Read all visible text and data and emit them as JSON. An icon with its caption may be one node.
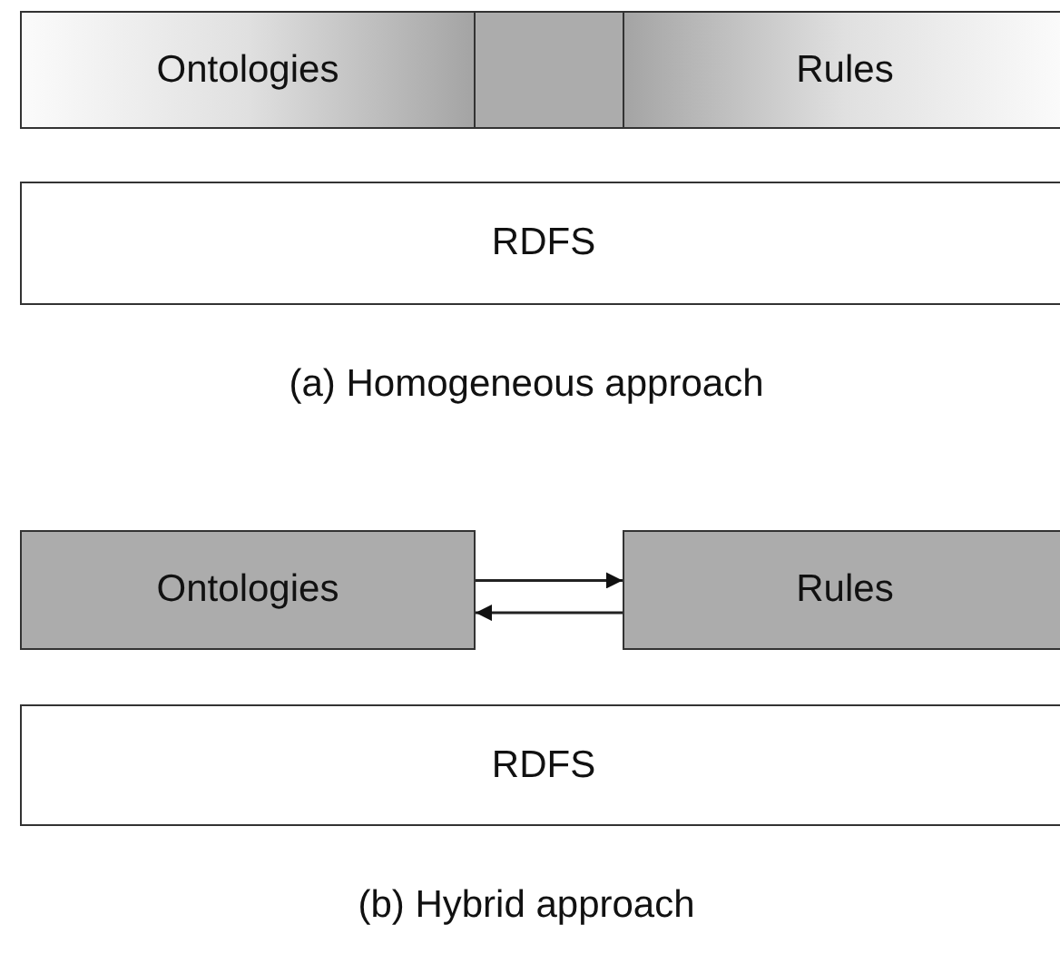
{
  "diagram": {
    "nodes": [
      {
        "text": [
          "Ontologies"
        ]
      },
      {
        "text": [],
        "shape": "box"
      },
      {
        "text": [
          "Rules"
        ]
      },
      {
        "text": [
          "RDFS"
        ]
      },
      {
        "text": [
          "Ontologies"
        ]
      },
      {
        "text": [
          "Rules"
        ]
      },
      {
        "text": [
          "RDFS"
        ]
      }
    ],
    "edges": [
      {
        "from": 4,
        "to": 5,
        "arrow": "to"
      },
      {
        "from": 5,
        "to": 4,
        "arrow": "to"
      }
    ],
    "labels": [
      "(a) Homogeneous approach",
      "(b) Hybrid approach"
    ]
  }
}
